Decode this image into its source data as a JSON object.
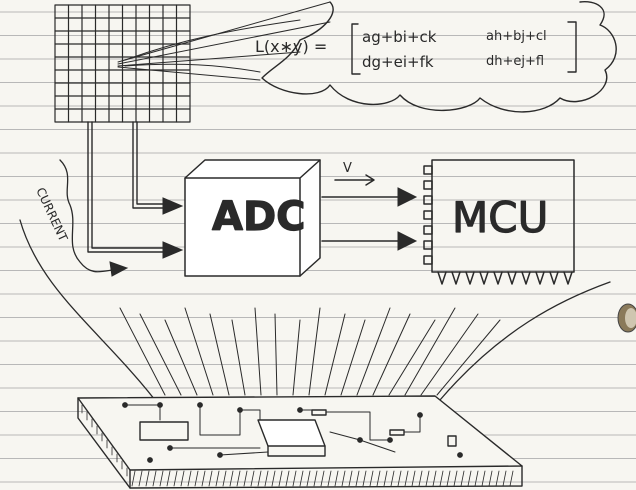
{
  "equation": {
    "lhs": "L(x∗y) =",
    "row1_col1": "ag+bi+ck",
    "row1_col2": "ah+bj+cl",
    "row2_col1": "dg+ei+fk",
    "row2_col2": "dh+ej+fl"
  },
  "labels": {
    "current": "CURRENT",
    "adc": "ADC",
    "mcu": "MCU",
    "voltage": "V"
  },
  "colors": {
    "ink": "#2a2a2a",
    "paper": "#f7f6f1",
    "rule_lines": "#b8b8b8",
    "adc_fill": "#ffffff"
  }
}
